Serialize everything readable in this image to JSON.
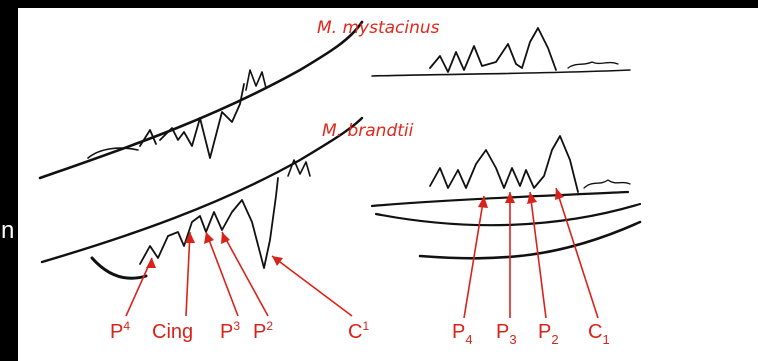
{
  "colors": {
    "background": "#000000",
    "paper": "#ffffff",
    "label_red": "#d8231a",
    "ink": "#111111"
  },
  "species": {
    "top": "M. mystacinus",
    "bottom": "M. brandtii"
  },
  "labels": {
    "upper": [
      {
        "base": "P",
        "index": "4",
        "pos": "sup"
      },
      {
        "base": "Cing",
        "index": "",
        "pos": "none"
      },
      {
        "base": "P",
        "index": "3",
        "pos": "sup"
      },
      {
        "base": "P",
        "index": "2",
        "pos": "sup"
      },
      {
        "base": "C",
        "index": "1",
        "pos": "sup"
      }
    ],
    "lower": [
      {
        "base": "P",
        "index": "4",
        "pos": "sub"
      },
      {
        "base": "P",
        "index": "3",
        "pos": "sub"
      },
      {
        "base": "P",
        "index": "2",
        "pos": "sub"
      },
      {
        "base": "C",
        "index": "1",
        "pos": "sub"
      }
    ]
  },
  "edge_fragment": "n"
}
